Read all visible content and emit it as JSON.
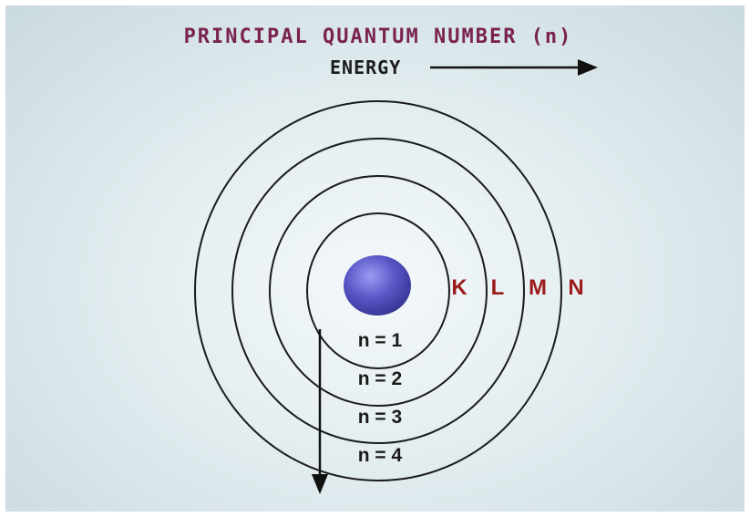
{
  "title": "PRINCIPAL QUANTUM NUMBER (n)",
  "energy_label": "ENERGY",
  "shells": [
    {
      "letter": "K",
      "n_label": "n = 1"
    },
    {
      "letter": "L",
      "n_label": "n = 2"
    },
    {
      "letter": "M",
      "n_label": "n = 3"
    },
    {
      "letter": "N",
      "n_label": "n = 4"
    }
  ],
  "colors": {
    "title": "#7a2250",
    "energy": "#1a1a1a",
    "shell_letters": "#9b1b1b",
    "orbit_stroke": "#1a1a1a",
    "nucleus": "#5a58c8",
    "arrows": "#111111"
  }
}
